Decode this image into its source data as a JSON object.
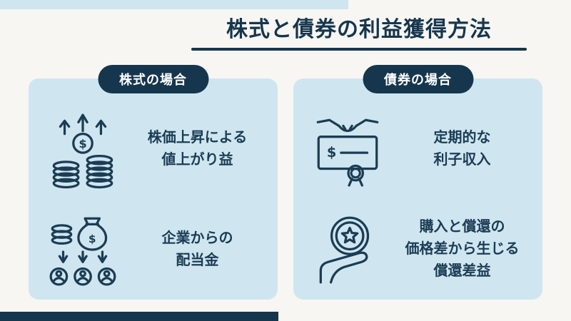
{
  "header": {
    "title": "株式と債券の利益獲得方法"
  },
  "colors": {
    "background": "#f7f6f2",
    "accent_light": "#cfe6f0",
    "accent_dark": "#16364d",
    "panel_bg": "#cfe6f0",
    "text_navy": "#1c3c55",
    "pill_text": "#ffffff"
  },
  "panels": [
    {
      "label": "株式の場合",
      "items": [
        {
          "icon": "coins-rising-icon",
          "text": "株価上昇による\n値上がり益"
        },
        {
          "icon": "moneybag-to-people-icon",
          "text": "企業からの\n配当金"
        }
      ]
    },
    {
      "label": "債券の場合",
      "items": [
        {
          "icon": "bond-certificate-handshake-icon",
          "text": "定期的な\n利子収入"
        },
        {
          "icon": "medal-on-hand-icon",
          "text": "購入と償還の\n価格差から生じる\n償還差益"
        }
      ]
    }
  ]
}
